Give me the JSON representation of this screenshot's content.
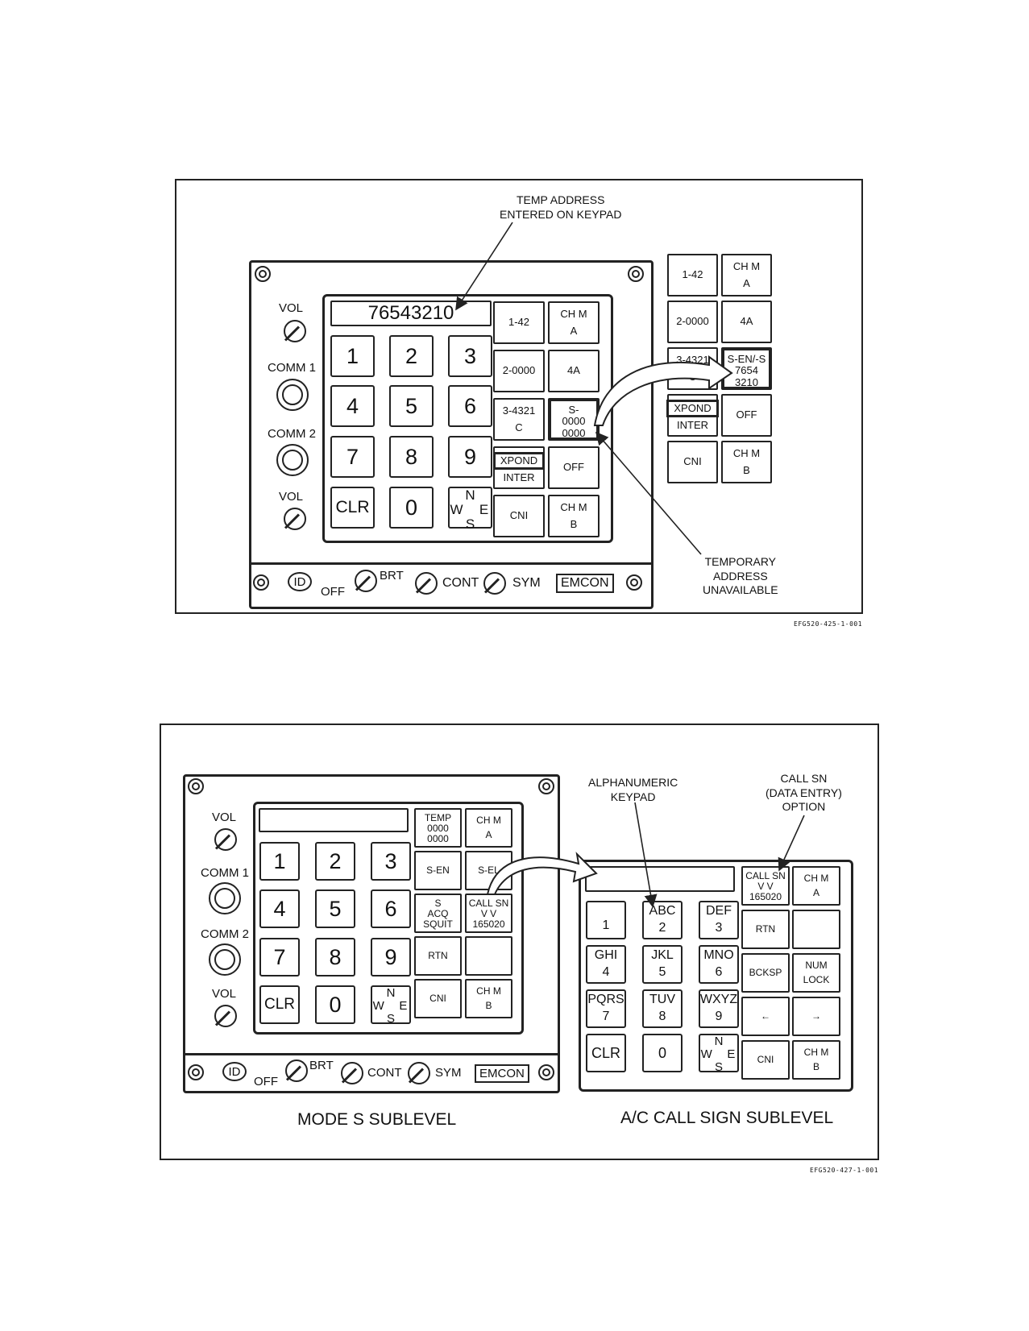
{
  "figure1": {
    "figure_id": "EFG520-425-1-001",
    "display_value": "76543210",
    "callout_temp_address": [
      "TEMP ADDRESS",
      "ENTERED ON KEYPAD"
    ],
    "callout_temporary": [
      "TEMPORARY",
      "ADDRESS",
      "UNAVAILABLE"
    ],
    "left_labels": {
      "vol_top": "VOL",
      "comm1": "COMM 1",
      "comm2": "COMM 2",
      "vol_bottom": "VOL"
    },
    "keys": [
      "1",
      "2",
      "3",
      "4",
      "5",
      "6",
      "7",
      "8",
      "9",
      "CLR",
      "0"
    ],
    "compass": {
      "n": "N",
      "w": "W",
      "e": "E",
      "s": "S"
    },
    "softkeys_main": [
      [
        "1-42"
      ],
      [
        "CH  M",
        "A"
      ],
      [
        "2-0000"
      ],
      [
        "4A"
      ],
      [
        "3-4321",
        "C"
      ],
      [
        "S-",
        "0000",
        "0000"
      ],
      [
        "XPOND",
        "INTER"
      ],
      [
        "OFF"
      ],
      [
        "CNI"
      ],
      [
        "CH  M",
        "B"
      ]
    ],
    "softkeys_detail": [
      [
        "1-42"
      ],
      [
        "CH  M",
        "A"
      ],
      [
        "2-0000"
      ],
      [
        "4A"
      ],
      [
        "3-4321",
        "C"
      ],
      [
        "S-EN/-S",
        "7654",
        "3210"
      ],
      [
        "XPOND",
        "INTER"
      ],
      [
        "OFF"
      ],
      [
        "CNI"
      ],
      [
        "CH  M",
        "B"
      ]
    ],
    "bottom": {
      "id": "ID",
      "off": "OFF",
      "brt": "BRT",
      "cont": "CONT",
      "sym": "SYM",
      "emcon": "EMCON"
    }
  },
  "figure2": {
    "figure_id": "EFG520-427-1-001",
    "caption_left": "MODE S SUBLEVEL",
    "caption_right": "A/C CALL SIGN SUBLEVEL",
    "callout_alpha": [
      "ALPHANUMERIC",
      "KEYPAD"
    ],
    "callout_callsn": [
      "CALL SN",
      "(DATA ENTRY)",
      "OPTION"
    ],
    "left_labels": {
      "vol_top": "VOL",
      "comm1": "COMM 1",
      "comm2": "COMM 2",
      "vol_bottom": "VOL"
    },
    "keys": [
      "1",
      "2",
      "3",
      "4",
      "5",
      "6",
      "7",
      "8",
      "9",
      "CLR",
      "0"
    ],
    "compass": {
      "n": "N",
      "w": "W",
      "e": "E",
      "s": "S"
    },
    "softkeys_left": [
      [
        "TEMP",
        "0000",
        "0000"
      ],
      [
        "CH  M",
        "A"
      ],
      [
        "S-EN"
      ],
      [
        "S-EL"
      ],
      [
        "S",
        "ACQ",
        "SQUIT"
      ],
      [
        "CALL SN",
        "V V",
        "165020"
      ],
      [
        "RTN"
      ],
      [
        ""
      ],
      [
        "CNI"
      ],
      [
        "CH  M",
        "B"
      ]
    ],
    "alpha_keys": [
      [
        "1"
      ],
      [
        "ABC",
        "2"
      ],
      [
        "DEF",
        "3"
      ],
      [
        "GHI",
        "4"
      ],
      [
        "JKL",
        "5"
      ],
      [
        "MNO",
        "6"
      ],
      [
        "PQRS",
        "7"
      ],
      [
        "TUV",
        "8"
      ],
      [
        "WXYZ",
        "9"
      ],
      [
        "CLR"
      ],
      [
        "0"
      ]
    ],
    "softkeys_right": [
      [
        "CALL SN",
        "V V",
        "165020"
      ],
      [
        "CH  M",
        "A"
      ],
      [
        "RTN"
      ],
      [
        ""
      ],
      [
        "BCKSP"
      ],
      [
        "NUM",
        "LOCK"
      ],
      [
        "←"
      ],
      [
        "→"
      ],
      [
        "CNI"
      ],
      [
        "CH  M",
        "B"
      ]
    ],
    "bottom": {
      "id": "ID",
      "off": "OFF",
      "brt": "BRT",
      "cont": "CONT",
      "sym": "SYM",
      "emcon": "EMCON"
    }
  }
}
